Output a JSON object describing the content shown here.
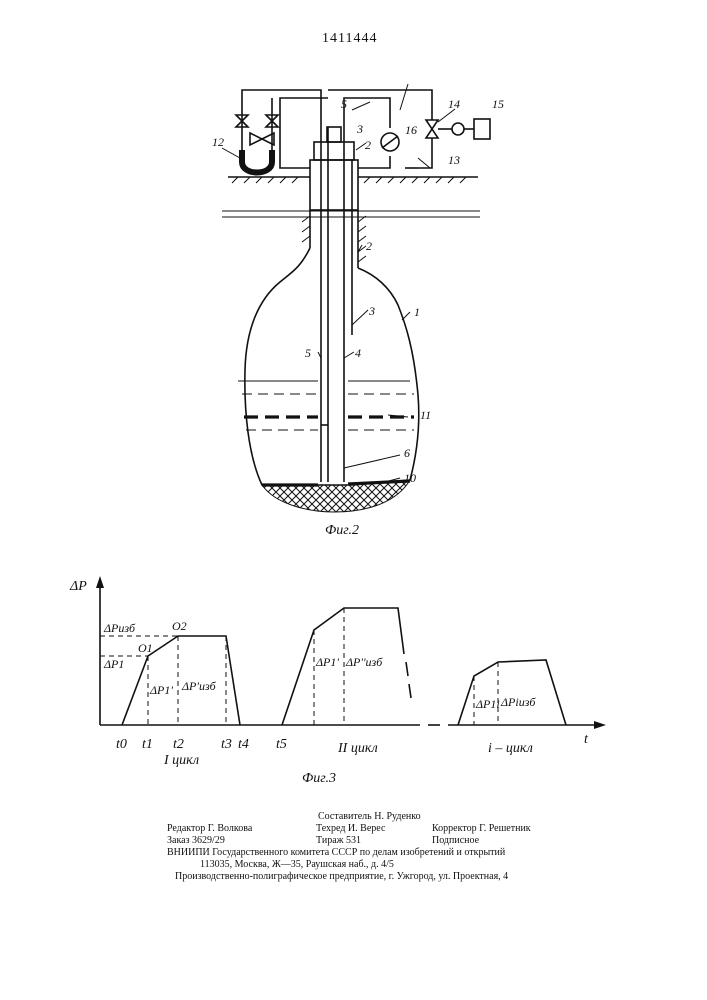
{
  "document": {
    "patent_number": "1411444"
  },
  "fig2": {
    "caption": "Фиг.2",
    "labels": {
      "l1": "1",
      "l2a": "2",
      "l2b": "2",
      "l3a": "3",
      "l3b": "3",
      "l4": "4",
      "l5a": "5",
      "l5b": "5",
      "l6": "6",
      "l10": "10",
      "l11": "11",
      "l12": "12",
      "l13": "13",
      "l14": "14",
      "l15": "15",
      "l16": "16"
    }
  },
  "fig3": {
    "caption": "Фиг.3",
    "y_axis_label": "ΔP",
    "x_axis_label": "t",
    "level_labels": {
      "dp_izb": "ΔPизб",
      "dp1": "ΔP1"
    },
    "point_labels": {
      "o1": "O1",
      "o2": "O2"
    },
    "inner_labels": {
      "c1_dp1": "ΔP1'",
      "c1_dpizb": "ΔP'изб",
      "c2_dp1": "ΔP1'",
      "c2_dpizb": "ΔP''изб",
      "ci_dp1": "ΔP1i",
      "ci_dpizb": "ΔPiизб"
    },
    "time_labels": {
      "t0": "t0",
      "t1": "t1",
      "t2": "t2",
      "t3": "t3",
      "t4": "t4",
      "t5": "t5"
    },
    "cycle_labels": {
      "c1": "I цикл",
      "c2": "II цикл",
      "ci": "i – цикл"
    }
  },
  "imprint": {
    "compiler": "Составитель Н. Руденко",
    "editor": "Редактор Г. Волкова",
    "techred": "Техред И. Верес",
    "corrector": "Корректор Г. Решетник",
    "order": "Заказ 3629/29",
    "circulation": "Тираж 531",
    "subscription": "Подписное",
    "org_line1": "ВНИИПИ Государственного комитета СССР по делам изобретений и открытий",
    "org_line2": "113035, Москва, Ж—35, Раушская наб., д. 4/5",
    "printer": "Производственно-полиграфическое предприятие, г. Ужгород, ул. Проектная, 4"
  }
}
